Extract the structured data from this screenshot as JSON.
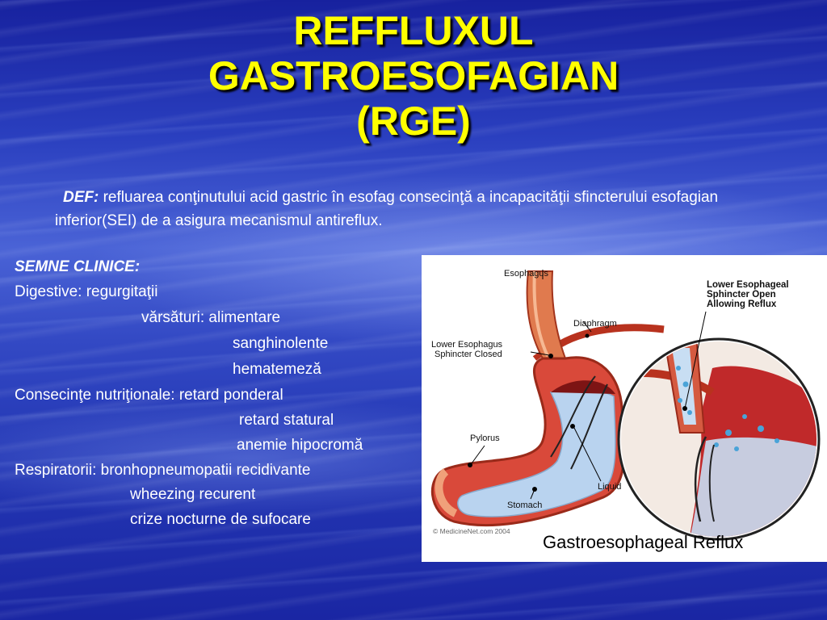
{
  "title": {
    "line1": "REFFLUXUL",
    "line2": "GASTROESOFAGIAN",
    "line3": "(RGE)"
  },
  "definition": {
    "label": "DEF:",
    "text": " refluarea conţinutului acid gastric în esofag consecinţă a incapacităţii sfincterului esofagian inferior(SEI) de a asigura mecanismul antireflux."
  },
  "clinical_signs": {
    "heading": "SEMNE CLINICE:",
    "digestive": "Digestive: regurgitaţii",
    "vomiting": "vărsături: alimentare",
    "vomiting_2": "sanghinolente",
    "vomiting_3": "hematemeză",
    "nutritional": "Consecinţe nutriţionale: retard ponderal",
    "nutritional_2": "retard statural",
    "nutritional_3": "anemie hipocromă",
    "respiratory": "Respiratorii: bronhopneumopatii recidivante",
    "respiratory_2": "wheezing recurent",
    "respiratory_3": "crize nocturne de sufocare"
  },
  "figure": {
    "esophagus": "Esophagus",
    "lower_sphincter_open_1": "Lower Esophageal",
    "lower_sphincter_open_2": "Sphincter Open",
    "lower_sphincter_open_3": "Allowing Reflux",
    "diaphragm": "Diaphragm",
    "lower_sphincter_closed_1": "Lower Esophagus",
    "lower_sphincter_closed_2": "Sphincter Closed",
    "pylorus": "Pylorus",
    "liquid": "Liquid",
    "stomach": "Stomach",
    "copyright": "© MedicineNet.com  2004",
    "caption": "Gastroesophageal Reflux"
  }
}
